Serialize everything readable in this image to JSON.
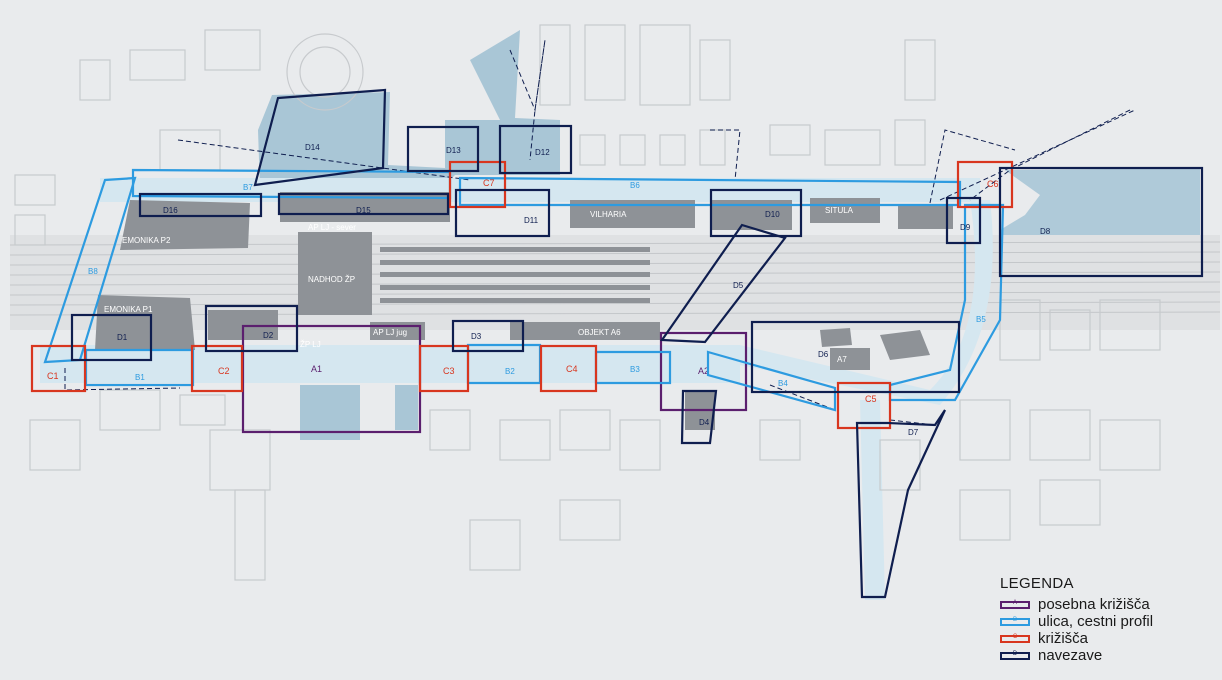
{
  "colors": {
    "special": "#5b1f6e",
    "street": "#2d9be0",
    "crossing": "#d8361f",
    "connection": "#0f1e4f",
    "water": "#a9c6d6",
    "building_gray": "#8e9297",
    "background": "#e9ebed"
  },
  "legend": {
    "title": "LEGENDA",
    "items": [
      {
        "key": "special",
        "label": "posebna križišča",
        "letter": "A"
      },
      {
        "key": "street",
        "label": "ulica, cestni profil",
        "letter": "B"
      },
      {
        "key": "crossing",
        "label": "križišča",
        "letter": "C"
      },
      {
        "key": "connection",
        "label": "navezave",
        "letter": "D"
      }
    ]
  },
  "codes": {
    "special": [
      "A1",
      "A2"
    ],
    "street": [
      "B1",
      "B2",
      "B3",
      "B4",
      "B5",
      "B6",
      "B7",
      "B8"
    ],
    "crossing": [
      "C1",
      "C2",
      "C3",
      "C4",
      "C5",
      "C6",
      "C7"
    ],
    "connection": [
      "D1",
      "D2",
      "D3",
      "D4",
      "D5",
      "D6",
      "D7",
      "D8",
      "D9",
      "D10",
      "D11",
      "D12",
      "D13",
      "D14",
      "D15",
      "D16"
    ]
  },
  "buildings": {
    "emonika_p2": "EMONIKA P2",
    "emonika_p1": "EMONIKA P1",
    "ap_sever": "AP LJ - sever",
    "nadhod": "NADHOD ŽP",
    "zp_lj": "ŽP LJ",
    "ap_jug": "AP LJ jug",
    "objekt_a6": "OBJEKT A6",
    "vilharia": "VILHARIA",
    "situla": "SITULA",
    "a7": "A7"
  }
}
